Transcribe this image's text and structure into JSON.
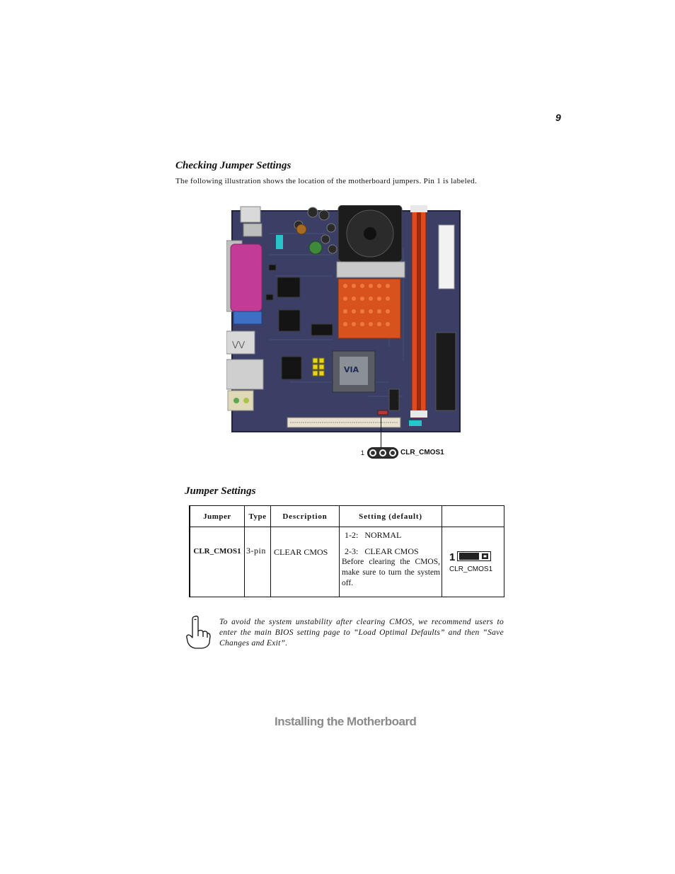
{
  "page_number": "9",
  "section_title": "Checking Jumper Settings",
  "intro": "The following illustration shows the location of the motherboard jumpers.  Pin 1 is labeled.",
  "board": {
    "chip_brand": "VIA",
    "callout_pin": "1",
    "callout_label": "CLR_CMOS1"
  },
  "jumper_settings_title": "Jumper Settings",
  "table": {
    "headers": [
      "Jumper",
      "Type",
      "Description",
      "Setting (default)",
      ""
    ],
    "row": {
      "jumper": "CLR_CMOS1",
      "type": "3-pin",
      "description": "CLEAR CMOS",
      "setting_1": "1-2:   NORMAL",
      "setting_2": "2-3:   CLEAR CMOS",
      "setting_note": "Before clearing the CMOS, make sure to turn the system off.",
      "diagram_pin": "1",
      "diagram_label": "CLR_CMOS1"
    }
  },
  "note": "To avoid the system unstability after clearing CMOS, we recommend users to enter the main BIOS setting page to “Load Optimal Defaults” and then “Save Changes and Exit”.",
  "footer": "Installing the Motherboard"
}
